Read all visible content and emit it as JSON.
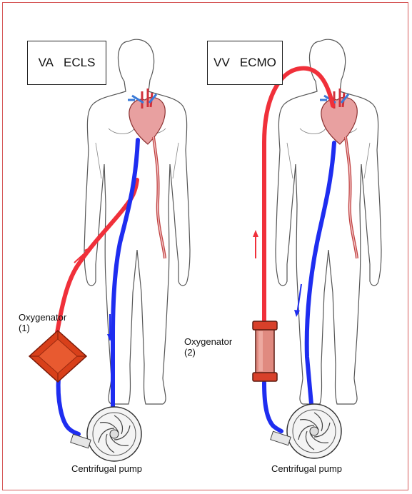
{
  "panels": [
    {
      "mode_abbr": "VA",
      "mode_name": "ECLS",
      "oxygenator_label": "Oxygenator",
      "oxygenator_number": "(1)",
      "pump_label": "Centrifugal pump"
    },
    {
      "mode_abbr": "VV",
      "mode_name": "ECMO",
      "oxygenator_label": "Oxygenator",
      "oxygenator_number": "(2)",
      "pump_label": "Centrifugal pump"
    }
  ],
  "colors": {
    "oxygenated_line": "#f0303a",
    "deoxygenated_line": "#1e2df0",
    "border": "#d65a5a",
    "heart": "#e8a0a0",
    "oxygenator_1": "#d8401a",
    "oxygenator_2": "#e08a80"
  },
  "icons": [
    "human-body-outline-icon",
    "heart-icon",
    "diamond-oxygenator-icon",
    "cylinder-oxygenator-icon",
    "centrifugal-pump-icon",
    "flow-arrow-icon"
  ]
}
